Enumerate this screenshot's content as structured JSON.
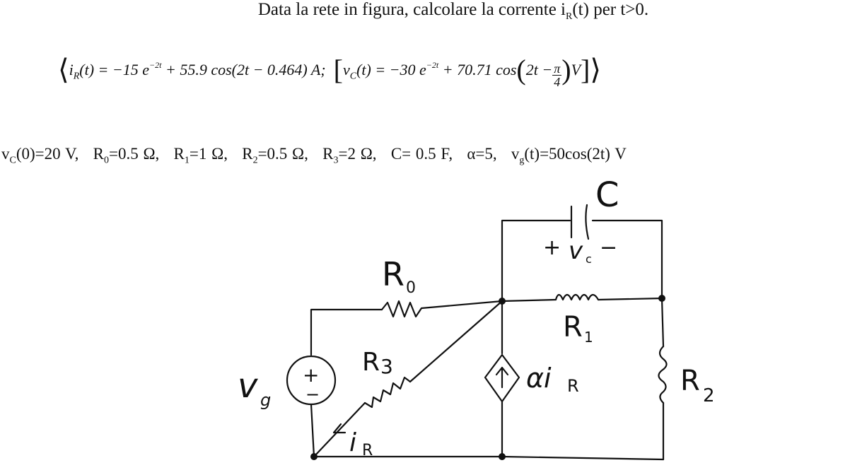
{
  "problem": {
    "text_before": "Data la rete in figura, calcolare la corrente i",
    "sub": "R",
    "text_after": "(t) per t>0."
  },
  "answer": {
    "open": "⟨",
    "ir_lhs": "i",
    "ir_sub": "R",
    "ir_mid": "(t) = −15  e",
    "ir_exp": "−2t",
    "ir_rest": " + 55.9 cos(2t − 0.464) A;",
    "bracket_open": "[",
    "vc_lhs": "v",
    "vc_sub": "C",
    "vc_mid": "(t) = −30 e",
    "vc_exp": "−2t",
    "vc_rest": " + 70.71 cos",
    "vc_paren_open": "(",
    "vc_arg": "2t −",
    "frac_num": "π",
    "frac_den": "4",
    "vc_paren_close": ")",
    "vc_unit": "V",
    "bracket_close": "]",
    "close": "⟩"
  },
  "params": {
    "vc0_a": "v",
    "vc0_sub": "C",
    "vc0_b": "(0)=20 V,",
    "r0_a": "R",
    "r0_sub": "0",
    "r0_b": "=0.5 Ω,",
    "r1_a": "R",
    "r1_sub": "1",
    "r1_b": "=1 Ω,",
    "r2_a": "R",
    "r2_sub": "2",
    "r2_b": "=0.5 Ω,",
    "r3_a": "R",
    "r3_sub": "3",
    "r3_b": "=2 Ω,",
    "c": "C= 0.5 F,",
    "alpha": "α=5,",
    "vg_a": "v",
    "vg_sub": "g",
    "vg_b": "(t)=50cos(2t) V"
  },
  "circuit": {
    "label_c": "C",
    "label_vc_plus": "+",
    "label_vc": "v",
    "label_vc_sub": "c",
    "label_vc_minus": "−",
    "label_r0": "R",
    "label_r0_sub": "0",
    "label_r1": "R",
    "label_r1_sub": "1",
    "label_r2": "R",
    "label_r2_sub": "2",
    "label_r3": "R",
    "label_r3_sub": "3",
    "label_vg": "v",
    "label_vg_sub": "g",
    "label_src_plus": "+",
    "label_src_minus": "−",
    "label_dep": "αi",
    "label_dep_sub": "R",
    "label_ir": "i",
    "label_ir_sub": "R"
  }
}
